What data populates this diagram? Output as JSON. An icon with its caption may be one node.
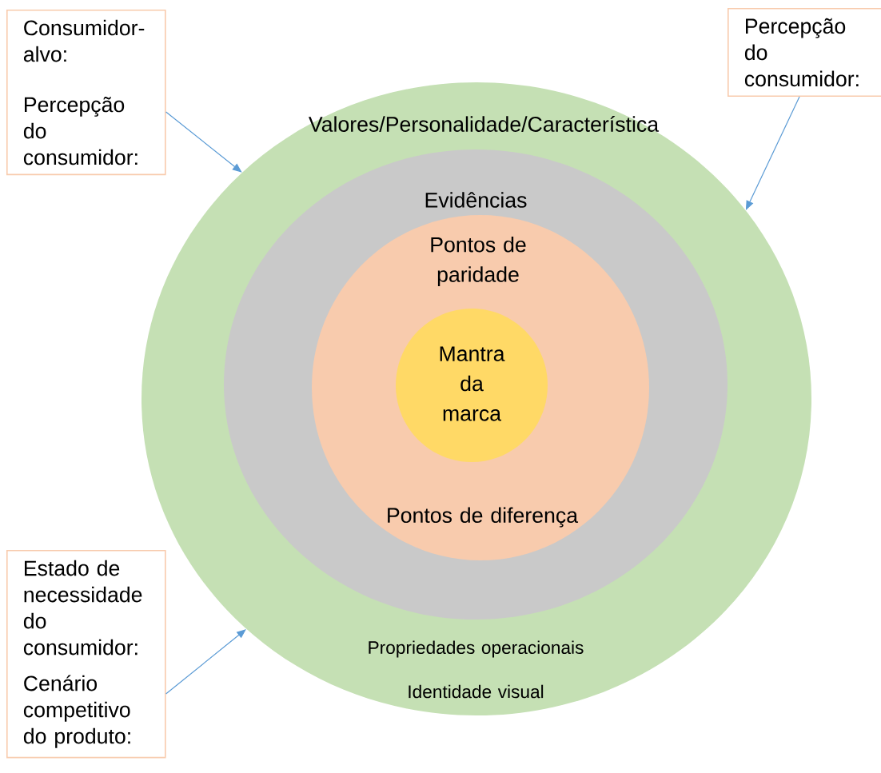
{
  "diagram": {
    "nodes": [
      {
        "text": [
          "Consumidor-alvo:",
          "Percepção do consumidor:"
        ]
      },
      {
        "text": [
          "Percepção do consumidor:"
        ]
      },
      {
        "text": [
          "Valores/Personalidade/Característica",
          "Propriedades operacionais",
          "Identidade visual"
        ]
      },
      {
        "text": [
          "Evidências"
        ],
        "in": 2
      },
      {
        "text": [
          "Pontos de paridade",
          "Pontos de diferença"
        ],
        "in": 3
      },
      {
        "text": [
          "Mantra da marca"
        ],
        "in": 4
      },
      {
        "text": [
          "Estado de necessidade do consumidor:",
          "Cenário competitivo do produto:"
        ]
      }
    ],
    "edges": [
      {
        "from": 0,
        "to": 2,
        "arrow": "to"
      },
      {
        "from": 1,
        "to": 2,
        "arrow": "to"
      },
      {
        "from": 6,
        "to": 2,
        "arrow": "to"
      }
    ]
  }
}
